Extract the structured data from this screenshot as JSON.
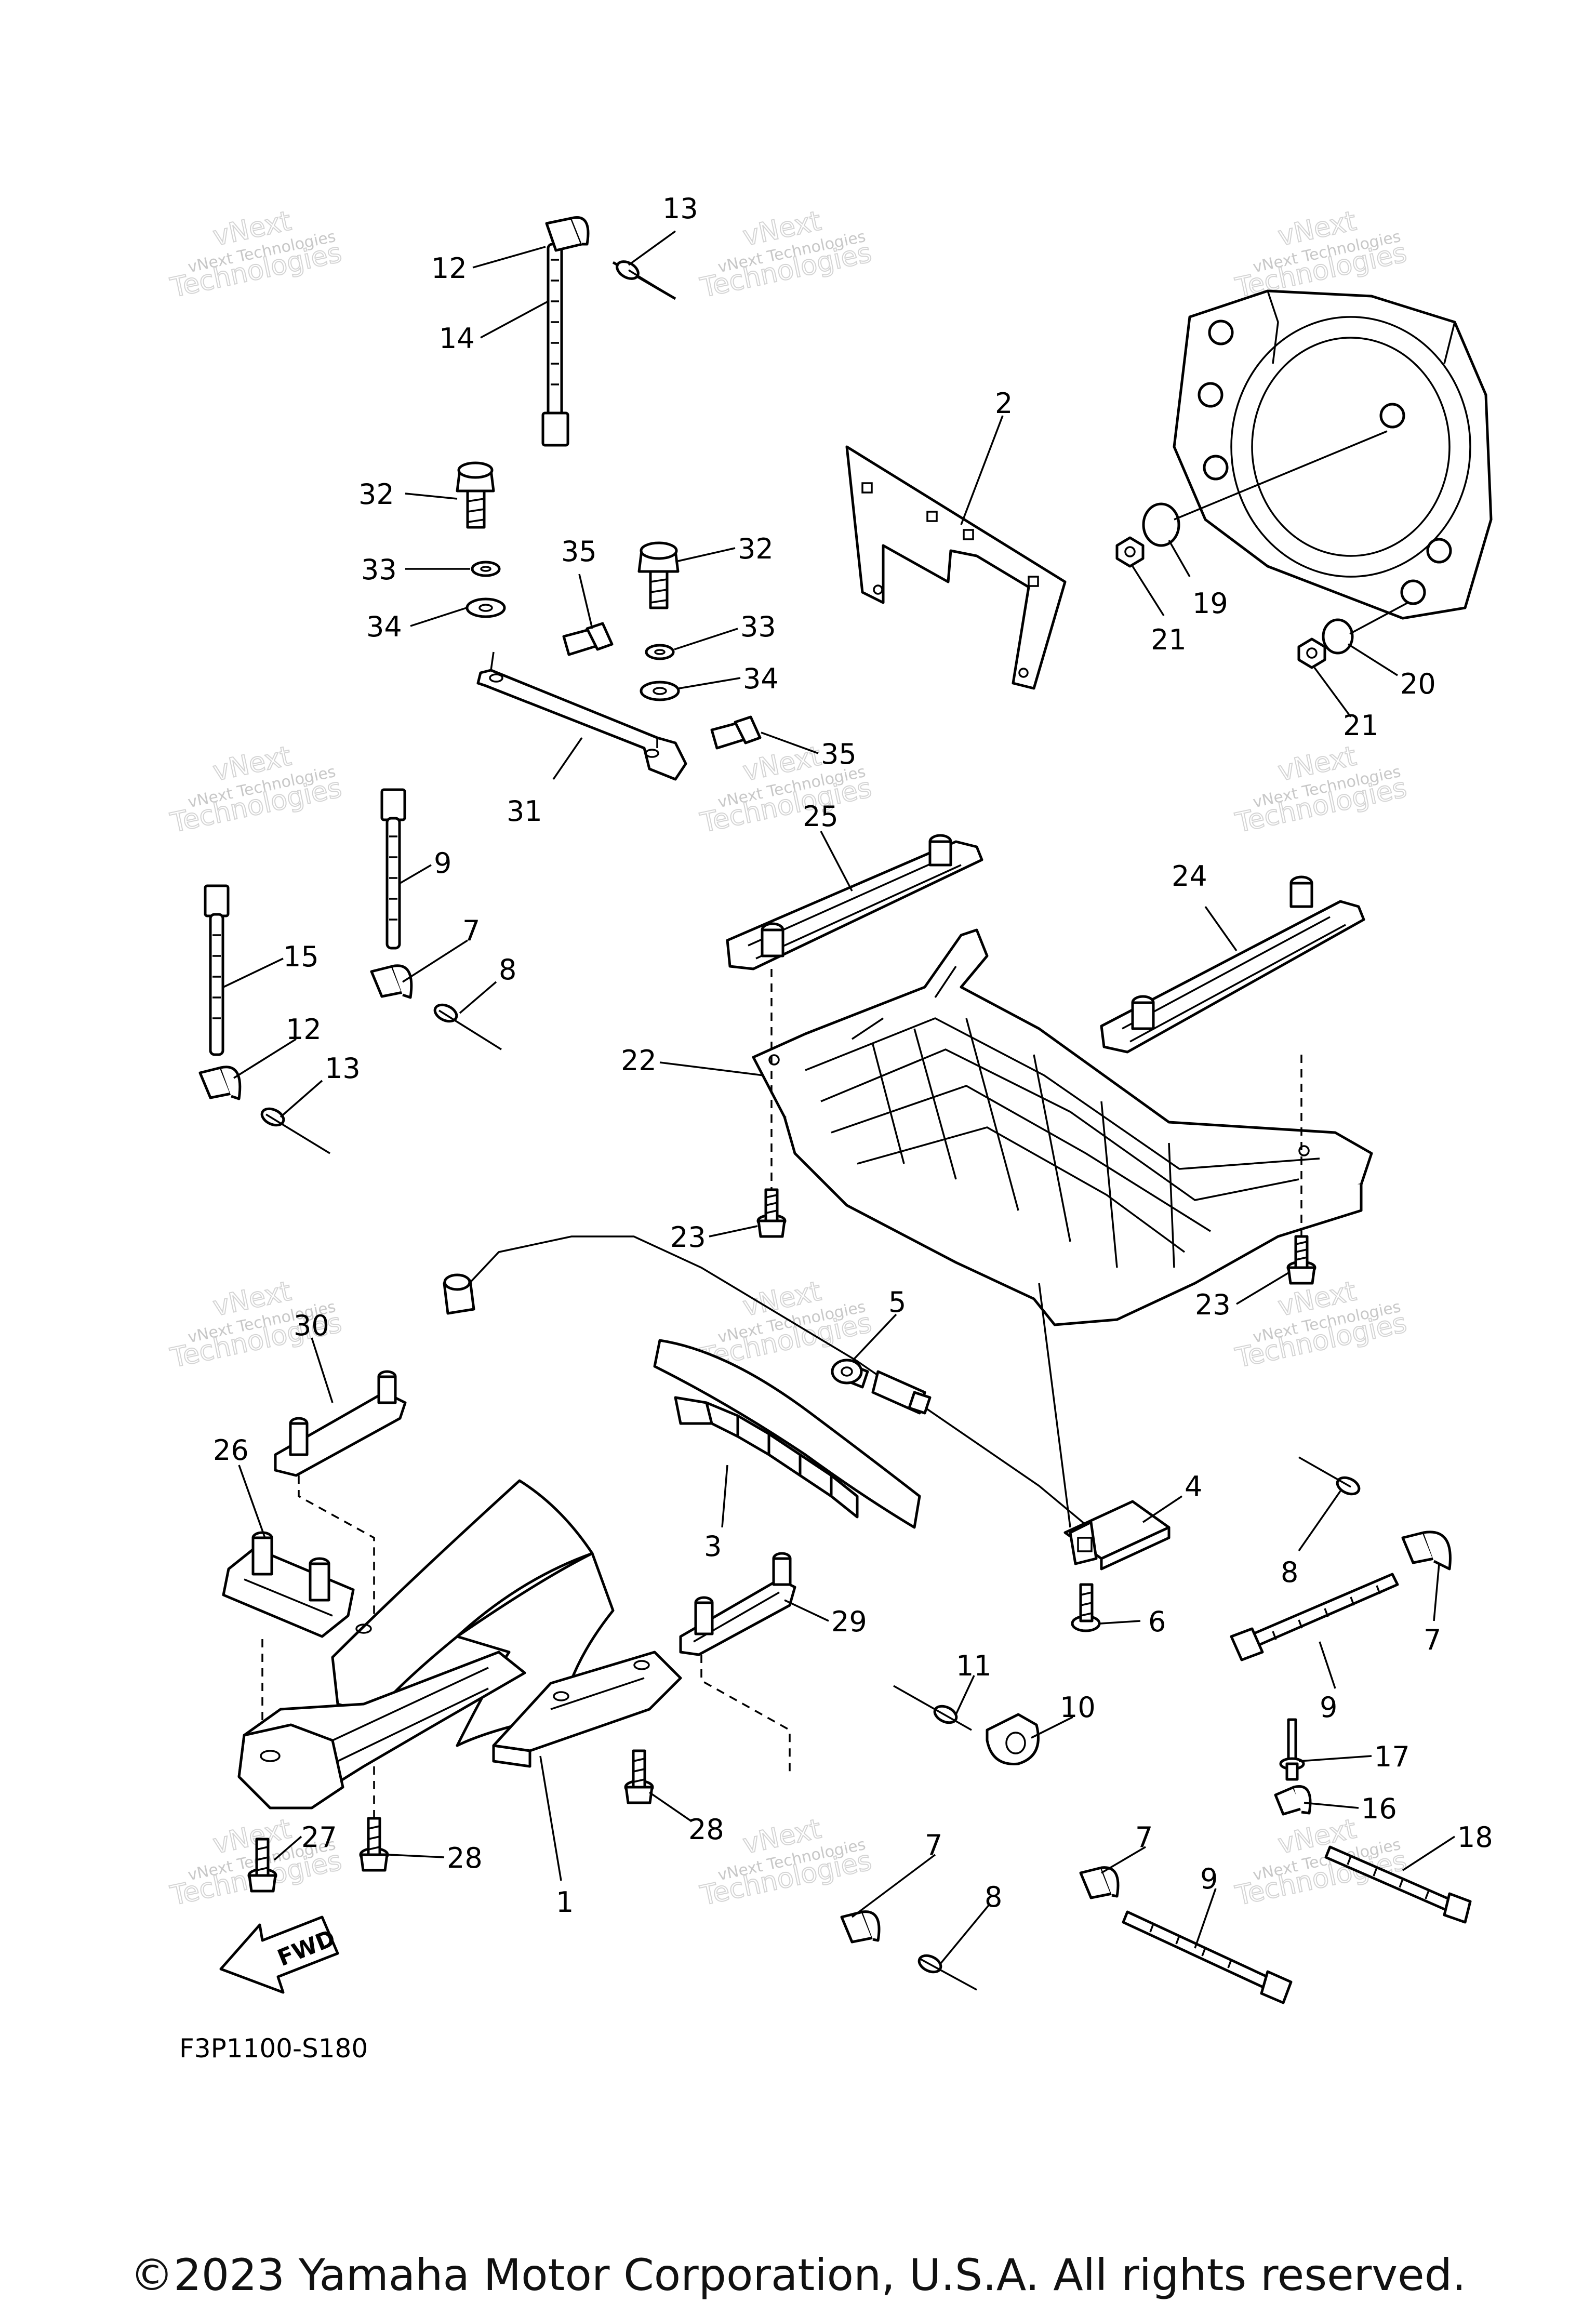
{
  "diagram_code": "F3P1100-S180",
  "copyright": "©2023 Yamaha Motor Corporation, U.S.A. All rights reserved.",
  "fwd_label": "FWD",
  "watermark": {
    "line1": "vNext Technologies",
    "line2": "vNext",
    "line3": "Technologies"
  },
  "callouts": {
    "c1": "1",
    "c2": "2",
    "c3": "3",
    "c4": "4",
    "c5": "5",
    "c6": "6",
    "c7a": "7",
    "c7b": "7",
    "c7c": "7",
    "c7d": "7",
    "c8a": "8",
    "c8b": "8",
    "c8c": "8",
    "c9a": "9",
    "c9b": "9",
    "c9c": "9",
    "c10": "10",
    "c11": "11",
    "c12a": "12",
    "c12b": "12",
    "c13a": "13",
    "c13b": "13",
    "c14": "14",
    "c15": "15",
    "c16": "16",
    "c17": "17",
    "c18": "18",
    "c19": "19",
    "c20": "20",
    "c21a": "21",
    "c21b": "21",
    "c22": "22",
    "c23a": "23",
    "c23b": "23",
    "c24": "24",
    "c25": "25",
    "c26": "26",
    "c27": "27",
    "c28a": "28",
    "c28b": "28",
    "c29": "29",
    "c30": "30",
    "c31": "31",
    "c32a": "32",
    "c32b": "32",
    "c33a": "33",
    "c33b": "33",
    "c34a": "34",
    "c34b": "34",
    "c35a": "35",
    "c35b": "35"
  }
}
